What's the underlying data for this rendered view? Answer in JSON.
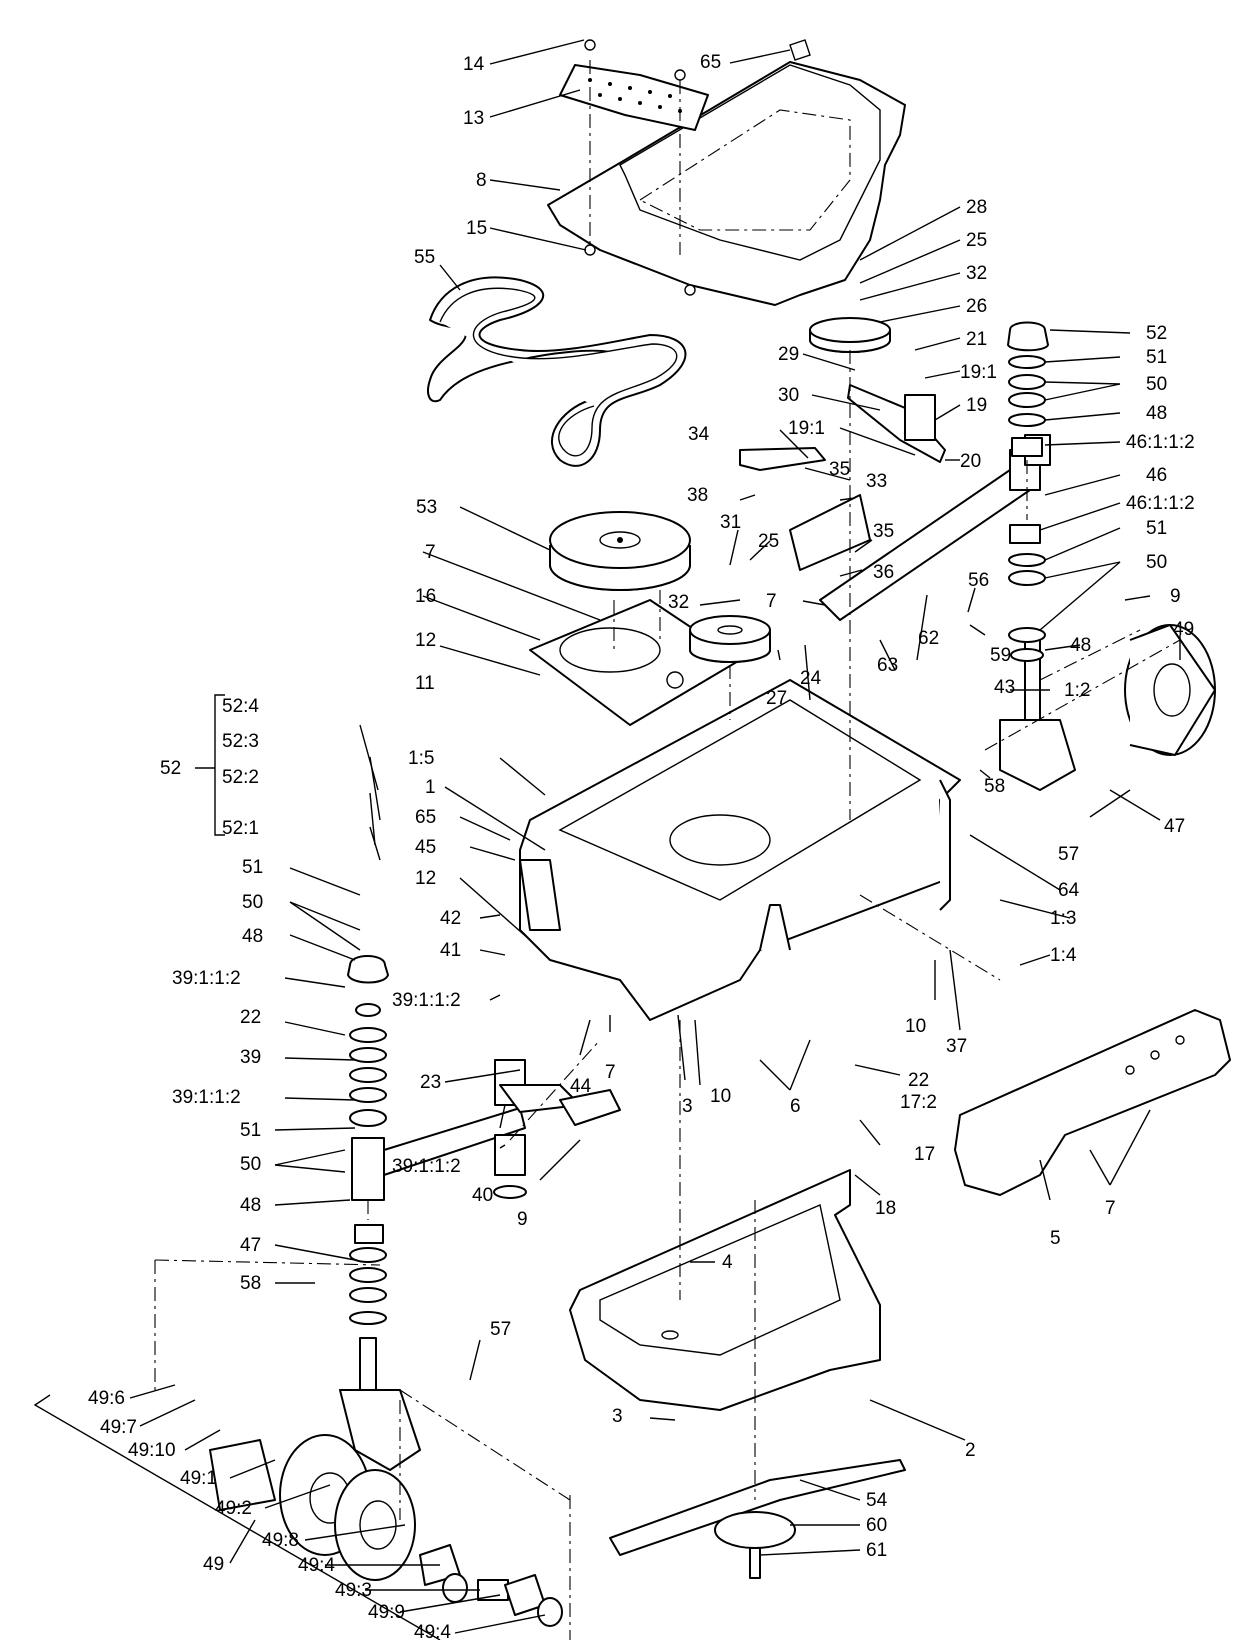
{
  "labels": {
    "l14": "14",
    "l13": "13",
    "l65a": "65",
    "l8": "8",
    "l15": "15",
    "l55": "55",
    "l28": "28",
    "l25a": "25",
    "l32a": "32",
    "l26": "26",
    "l21": "21",
    "l29": "29",
    "l19_1a": "19:1",
    "l30": "30",
    "l19": "19",
    "l34": "34",
    "l19_1b": "19:1",
    "l35a": "35",
    "l20": "20",
    "l38": "38",
    "l33": "33",
    "l53": "53",
    "l31": "31",
    "l25b": "25",
    "l35b": "35",
    "l36": "36",
    "l7a": "7",
    "l32b": "32",
    "l7b": "7",
    "l16": "16",
    "l12a": "12",
    "l11": "11",
    "l24": "24",
    "l27": "27",
    "l63": "63",
    "l62": "62",
    "l56": "56",
    "l59": "59",
    "l43": "43",
    "l52a": "52",
    "l51a": "51",
    "l50a": "50",
    "l48a": "48",
    "l46_a": "46:1:1:2",
    "l46": "46",
    "l46_b": "46:1:1:2",
    "l51b": "51",
    "l50b": "50",
    "l9a": "9",
    "l49a": "49",
    "l48b": "48",
    "l1_2": "1:2",
    "l47a": "47",
    "l58a": "58",
    "l57a": "57",
    "l64": "64",
    "l1_3": "1:3",
    "l1_4": "1:4",
    "l10a": "10",
    "l37": "37",
    "l52b": "52",
    "l52_4": "52:4",
    "l52_3": "52:3",
    "l52_2": "52:2",
    "l52_1": "52:1",
    "l51c": "51",
    "l50c": "50",
    "l48c": "48",
    "l39_a": "39:1:1:2",
    "l22a": "22",
    "l39": "39",
    "l39_b": "39:1:1:2",
    "l51d": "51",
    "l50d": "50",
    "l48d": "48",
    "l47b": "47",
    "l58b": "58",
    "l57b": "57",
    "l1_5": "1:5",
    "l1": "1",
    "l65b": "65",
    "l45": "45",
    "l12b": "12",
    "l42": "42",
    "l41": "41",
    "l39_c": "39:1:1:2",
    "l23": "23",
    "l44": "44",
    "l7c": "7",
    "l3a": "3",
    "l10b": "10",
    "l6": "6",
    "l22b": "22",
    "l17_2": "17:2",
    "l17": "17",
    "l39_d": "39:1:1:2",
    "l40": "40",
    "l9b": "9",
    "l18": "18",
    "l5": "5",
    "l7d": "7",
    "l4": "4",
    "l3b": "3",
    "l2": "2",
    "l54": "54",
    "l60": "60",
    "l61": "61",
    "l49_6": "49:6",
    "l49_7": "49:7",
    "l49_10": "49:10",
    "l49_1": "49:1",
    "l49_2": "49:2",
    "l49_8": "49:8",
    "l49_4a": "49:4",
    "l49_3": "49:3",
    "l49_9": "49:9",
    "l49_4b": "49:4",
    "l49b": "49"
  }
}
